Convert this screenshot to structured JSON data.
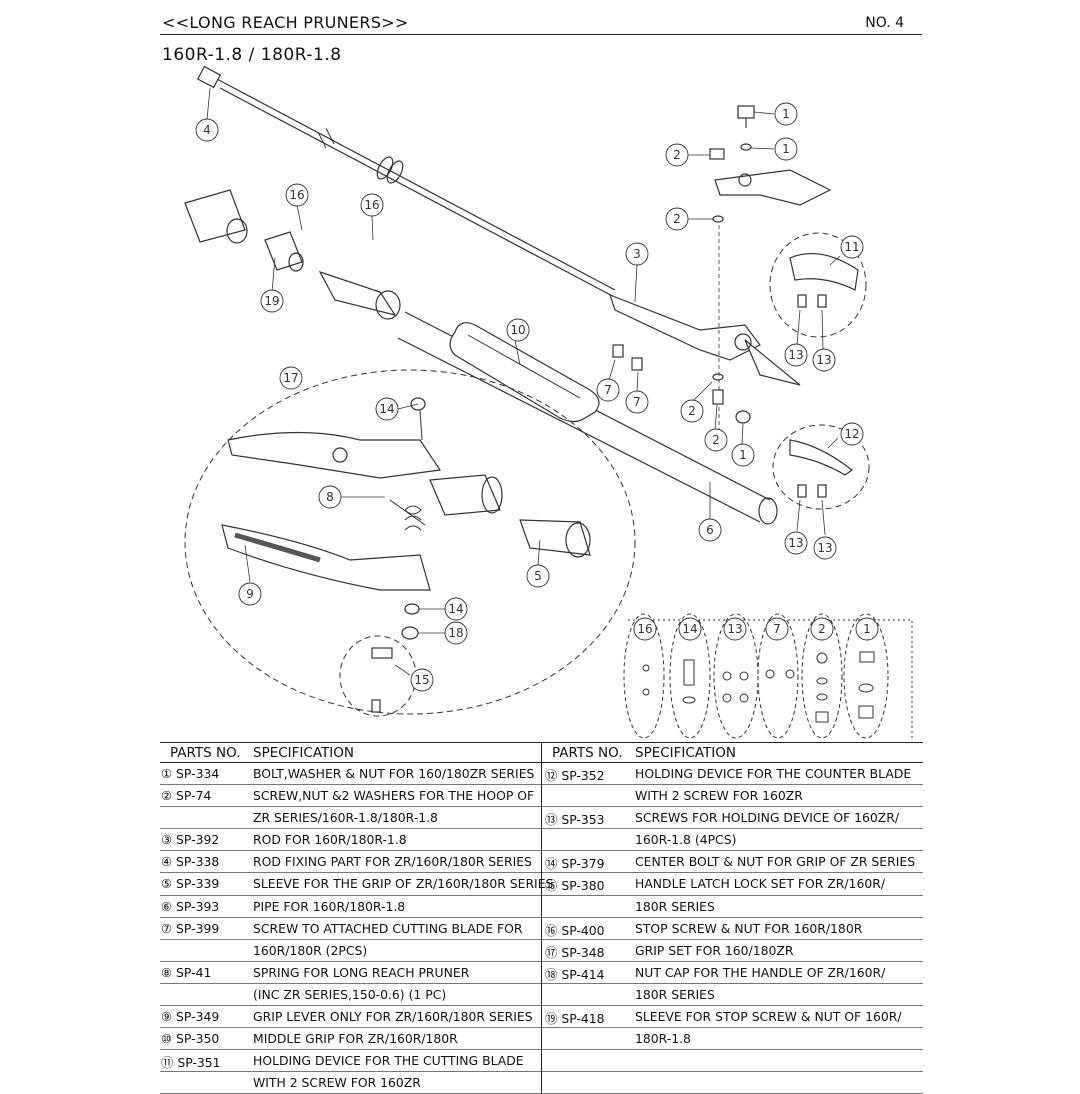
{
  "header": {
    "title": "<<LONG REACH PRUNERS>>",
    "page_no": "NO. 4"
  },
  "model": "160R-1.8 / 180R-1.8",
  "callouts": {
    "c1": "1",
    "c2": "2",
    "c3": "3",
    "c4": "4",
    "c5": "5",
    "c6": "6",
    "c7": "7",
    "c8": "8",
    "c9": "9",
    "c10": "10",
    "c11": "11",
    "c12": "12",
    "c13": "13",
    "c14": "14",
    "c15": "15",
    "c16": "16",
    "c17": "17",
    "c18": "18",
    "c19": "19"
  },
  "table": {
    "col_parts_no": "PARTS NO.",
    "col_specification": "SPECIFICATION",
    "left_rows": [
      {
        "no": "① SP-334",
        "spec": "BOLT,WASHER & NUT FOR 160/180ZR SERIES"
      },
      {
        "no": "② SP-74",
        "spec": "SCREW,NUT &2 WASHERS FOR THE HOOP OF"
      },
      {
        "no": "",
        "spec": "ZR SERIES/160R-1.8/180R-1.8"
      },
      {
        "no": "③ SP-392",
        "spec": "ROD FOR 160R/180R-1.8"
      },
      {
        "no": "④ SP-338",
        "spec": "ROD FIXING PART FOR ZR/160R/180R SERIES"
      },
      {
        "no": "⑤ SP-339",
        "spec": "SLEEVE FOR THE GRIP OF ZR/160R/180R SERIES"
      },
      {
        "no": "⑥ SP-393",
        "spec": "PIPE FOR 160R/180R-1.8"
      },
      {
        "no": "⑦ SP-399",
        "spec": "SCREW TO ATTACHED CUTTING BLADE FOR"
      },
      {
        "no": "",
        "spec": "160R/180R (2PCS)"
      },
      {
        "no": "⑧ SP-41",
        "spec": "SPRING FOR LONG REACH PRUNER"
      },
      {
        "no": "",
        "spec": "(INC ZR SERIES,150-0.6) (1 PC)"
      },
      {
        "no": "⑨ SP-349",
        "spec": "GRIP LEVER ONLY FOR ZR/160R/180R SERIES"
      },
      {
        "no": "⑩ SP-350",
        "spec": "MIDDLE GRIP FOR ZR/160R/180R"
      },
      {
        "no": "⑪ SP-351",
        "spec": "HOLDING DEVICE FOR THE CUTTING BLADE"
      },
      {
        "no": "",
        "spec": "WITH 2 SCREW FOR 160ZR"
      }
    ],
    "right_rows": [
      {
        "no": "⑫ SP-352",
        "spec": "HOLDING DEVICE FOR THE COUNTER BLADE"
      },
      {
        "no": "",
        "spec": "WITH 2 SCREW FOR 160ZR"
      },
      {
        "no": "⑬ SP-353",
        "spec": "SCREWS FOR HOLDING DEVICE OF 160ZR/"
      },
      {
        "no": "",
        "spec": "160R-1.8 (4PCS)"
      },
      {
        "no": "⑭ SP-379",
        "spec": "CENTER BOLT & NUT FOR GRIP OF ZR SERIES"
      },
      {
        "no": "⑮ SP-380",
        "spec": "HANDLE LATCH LOCK SET FOR ZR/160R/"
      },
      {
        "no": "",
        "spec": "180R SERIES"
      },
      {
        "no": "⑯ SP-400",
        "spec": "STOP SCREW & NUT FOR 160R/180R"
      },
      {
        "no": "⑰ SP-348",
        "spec": "GRIP SET FOR 160/180ZR"
      },
      {
        "no": "⑱ SP-414",
        "spec": "NUT CAP FOR THE HANDLE OF ZR/160R/"
      },
      {
        "no": "",
        "spec": "180R SERIES"
      },
      {
        "no": "⑲ SP-418",
        "spec": "SLEEVE FOR STOP SCREW & NUT OF 160R/"
      },
      {
        "no": "",
        "spec": "180R-1.8"
      },
      {
        "no": "",
        "spec": ""
      },
      {
        "no": "",
        "spec": ""
      }
    ]
  }
}
